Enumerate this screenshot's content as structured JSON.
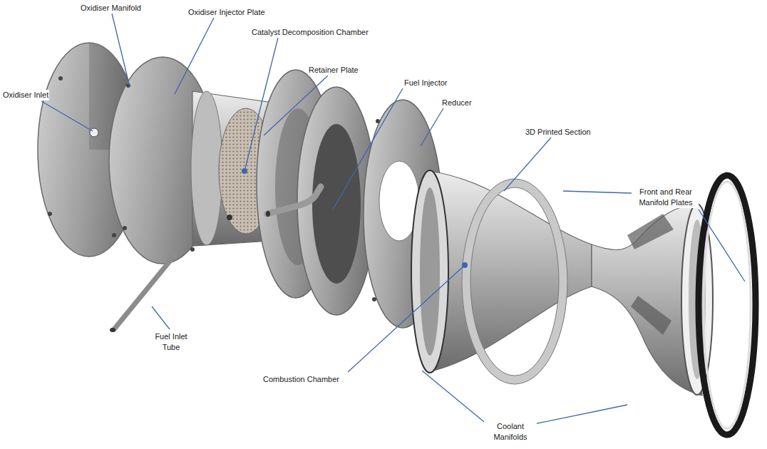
{
  "diagram": {
    "labels": [
      "Oxidiser Manifold",
      "Oxidiser Injector Plate",
      "Catalyst Decomposition Chamber",
      "Retainer Plate",
      "Fuel Injector",
      "Reducer",
      "3D Printed Section",
      "Front and Rear Manifold Plates",
      "Oxidiser Inlet",
      "Fuel Inlet Tube",
      "Combustion Chamber",
      "Coolant Manifolds"
    ]
  }
}
